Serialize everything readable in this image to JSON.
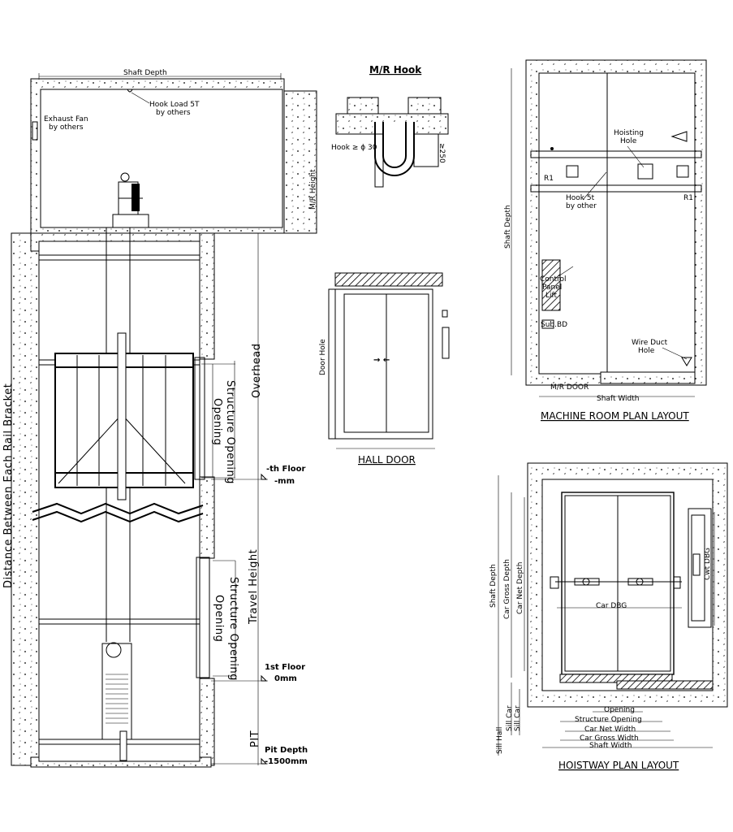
{
  "section": {
    "shaft_depth": "Shaft Depth",
    "hook_load": "Hook Load 5T",
    "hook_load_2": "by others",
    "exhaust_fan": "Exhaust Fan",
    "exhaust_fan_2": "by others",
    "mr_height": "M/R Height",
    "structure_opening_upper": "Structure Opening",
    "opening_upper": "Opening",
    "overhead": "Overhead",
    "th_floor": "-th Floor",
    "th_floor_mm": "-mm",
    "structure_opening_lower": "Structure Opening",
    "opening_lower": "Opening",
    "travel_height": "Travel Height",
    "first_floor": "1st Floor",
    "first_floor_mm": "0mm",
    "pit": "PIT",
    "pit_depth": "Pit Depth",
    "pit_depth_mm": "-1500mm",
    "rail_bracket": "Distance Between Each Rail Bracket"
  },
  "mr_hook": {
    "title": "M/R Hook",
    "hook_dim": "Hook ≥ ϕ 30",
    "side_dim": "≥250"
  },
  "hall_door": {
    "title": "HALL DOOR",
    "door_hole": "Door Hole",
    "arrows": "→ ←"
  },
  "machine_room": {
    "title": "MACHINE ROOM PLAN LAYOUT",
    "shaft_depth": "Shaft Depth",
    "shaft_width": "Shaft Width",
    "hoisting_hole_1": "Hoisting",
    "hoisting_hole_2": "Hole",
    "hook_1": "Hook 5t",
    "hook_2": "by other",
    "r1_left": "R1",
    "r1_right": "R1",
    "control_1": "Control",
    "control_2": "Panel",
    "control_3": "Lift",
    "wire_duct_1": "Wire Duct",
    "wire_duct_2": "Hole",
    "mr_door": "M/R DOOR",
    "sub_label": "Sub.BD"
  },
  "hoistway": {
    "title": "HOISTWAY PLAN LAYOUT",
    "shaft_depth": "Shaft Depth",
    "car_gross_depth": "Car Gross Depth",
    "car_net_depth": "Car Net Depth",
    "car_dbg": "Car DBG",
    "cwt_dbg": "Cwt DBG",
    "opening": "Opening",
    "structure_opening": "Structure Opening",
    "car_net_width": "Car Net Width",
    "car_gross_width": "Car Gross Width",
    "shaft_width": "Shaft Width",
    "sill_hall": "Sill Hall",
    "sill_car_1": "Sill Car",
    "sill_car_2": "Sill Car"
  }
}
